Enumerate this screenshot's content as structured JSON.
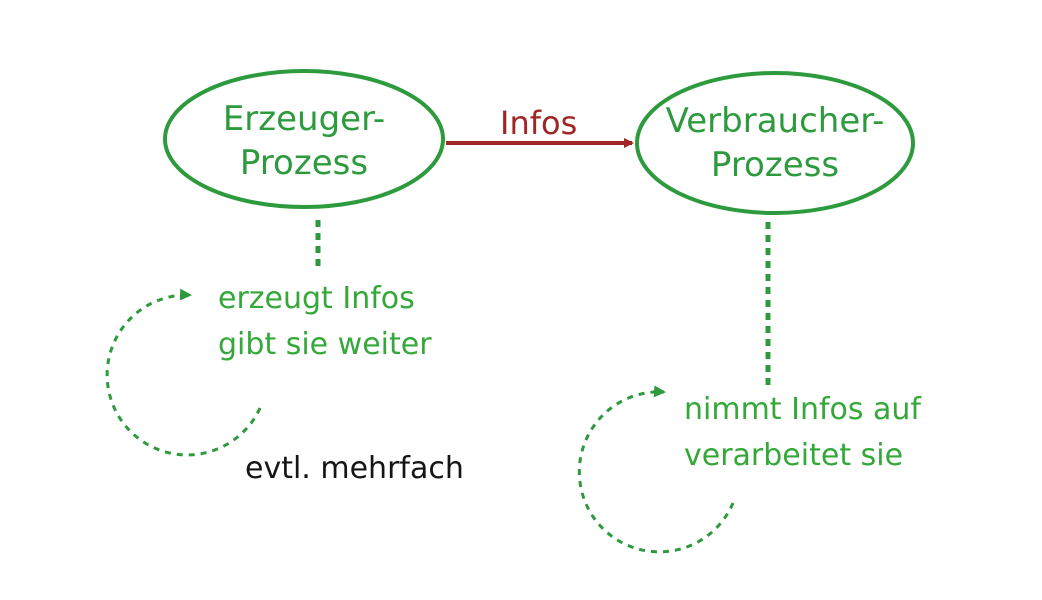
{
  "colors": {
    "node_stroke": "#2e9a3e",
    "node_text": "#2e9a3e",
    "note_text": "#35a83a",
    "edge": "#a02626",
    "dark_text": "#151515",
    "background": "#ffffff"
  },
  "nodes": {
    "producer": {
      "line1": "Erzeuger-",
      "line2": "Prozess"
    },
    "consumer": {
      "line1": "Verbraucher-",
      "line2": "Prozess"
    }
  },
  "edge": {
    "label": "Infos"
  },
  "producer_note": {
    "line1": "erzeugt Infos",
    "line2": "gibt sie weiter"
  },
  "consumer_note": {
    "line1": "nimmt Infos auf",
    "line2": "verarbeitet sie"
  },
  "repeat_note": "evtl. mehrfach"
}
